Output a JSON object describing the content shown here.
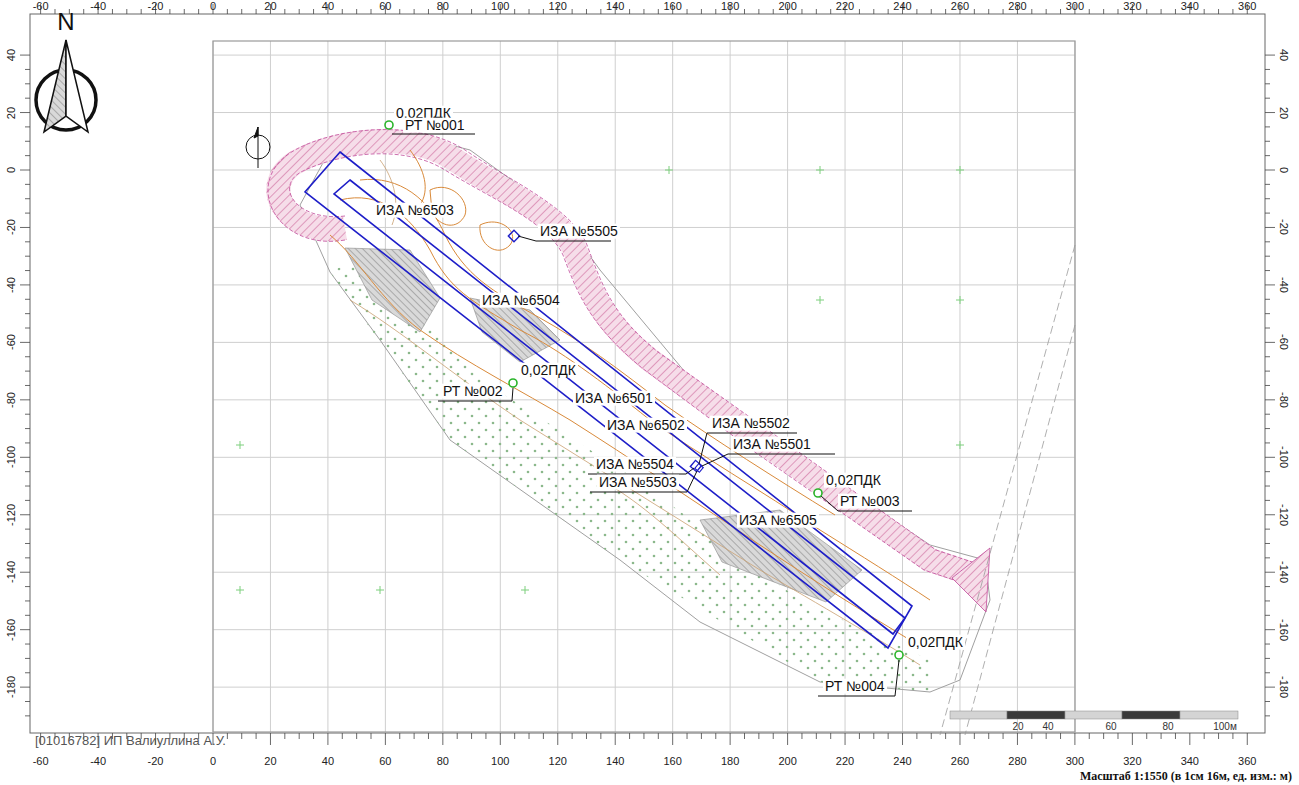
{
  "diagram": {
    "labels": [
      "N",
      "-60",
      "-40",
      "-20",
      "0",
      "20",
      "40",
      "60",
      "80",
      "100",
      "120",
      "140",
      "160",
      "180",
      "200",
      "220",
      "240",
      "260",
      "280",
      "300",
      "320",
      "340",
      "360",
      "40",
      "20",
      "0",
      "-20",
      "-40",
      "-60",
      "-80",
      "-100",
      "-120",
      "-140",
      "-160",
      "-180",
      "40",
      "20",
      "0",
      "-20",
      "-40",
      "-60",
      "-80",
      "-100",
      "-120",
      "-140",
      "-160",
      "-180",
      "-60",
      "-40",
      "-20",
      "0",
      "20",
      "40",
      "60",
      "80",
      "100",
      "120",
      "140",
      "160",
      "180",
      "200",
      "220",
      "240",
      "260",
      "280",
      "300",
      "320",
      "340",
      "360",
      "0,02ПДК",
      "РТ №001",
      "ИЗА №6503",
      "ИЗА №5505",
      "ИЗА №6504",
      "0,02ПДК",
      "РТ №002",
      "ИЗА №6501",
      "ИЗА №6502",
      "ИЗА №5502",
      "ИЗА №5501",
      "ИЗА №5504",
      "ИЗА №5503",
      "0,02ПДК",
      "РТ №003",
      "ИЗА №6505",
      "0,02ПДК",
      "РТ №004",
      "[01016782] ИП Валиуллина А.У.",
      "20",
      "40",
      "60",
      "80",
      "100м",
      "Масштаб 1:1550 (в 1см 16м, ед. изм.: м)"
    ]
  }
}
